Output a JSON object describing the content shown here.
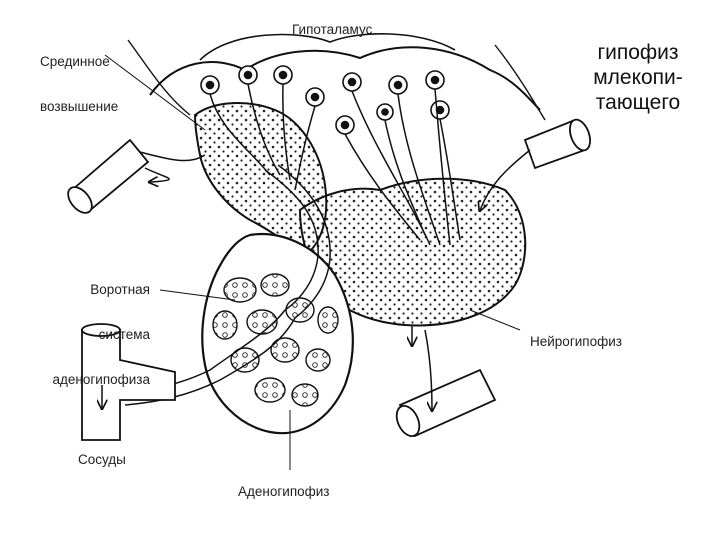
{
  "title_lines": [
    "гипофиз",
    "млекопи-",
    "тающего"
  ],
  "labels": {
    "median_eminence": [
      "Срединное",
      "возвышение"
    ],
    "hypothalamus": "Гипоталамус",
    "portal_system": [
      "Воротная",
      "система",
      "аденогипофиза"
    ],
    "neurohypophysis": "Нейрогипофиз",
    "vessels": "Сосуды",
    "adenohypophysis": "Аденогипофиз"
  }
}
